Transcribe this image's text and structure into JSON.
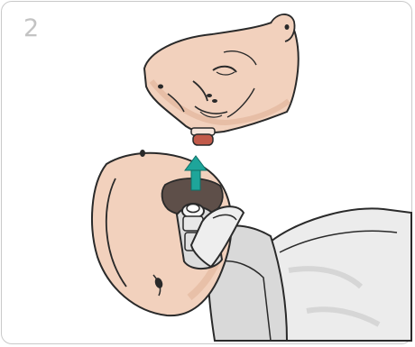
{
  "step": {
    "number": "2"
  },
  "illustration": {
    "subject": "face-piece-removal",
    "icons": [
      "face-piece",
      "manikin-head",
      "airway-connector",
      "upward-arrow"
    ],
    "colors": {
      "skin": "#f2d1bd",
      "skin_shadow": "#e4b9a0",
      "outline": "#2a2a2a",
      "valve_red": "#c25a4a",
      "arrow": "#1ea59a",
      "airway_dark": "#5e4f49",
      "gray": "#d7d7d7",
      "gray_light": "#f1f1f1",
      "frame": "#c9c9c9",
      "step_text": "#c3c3c3"
    }
  }
}
